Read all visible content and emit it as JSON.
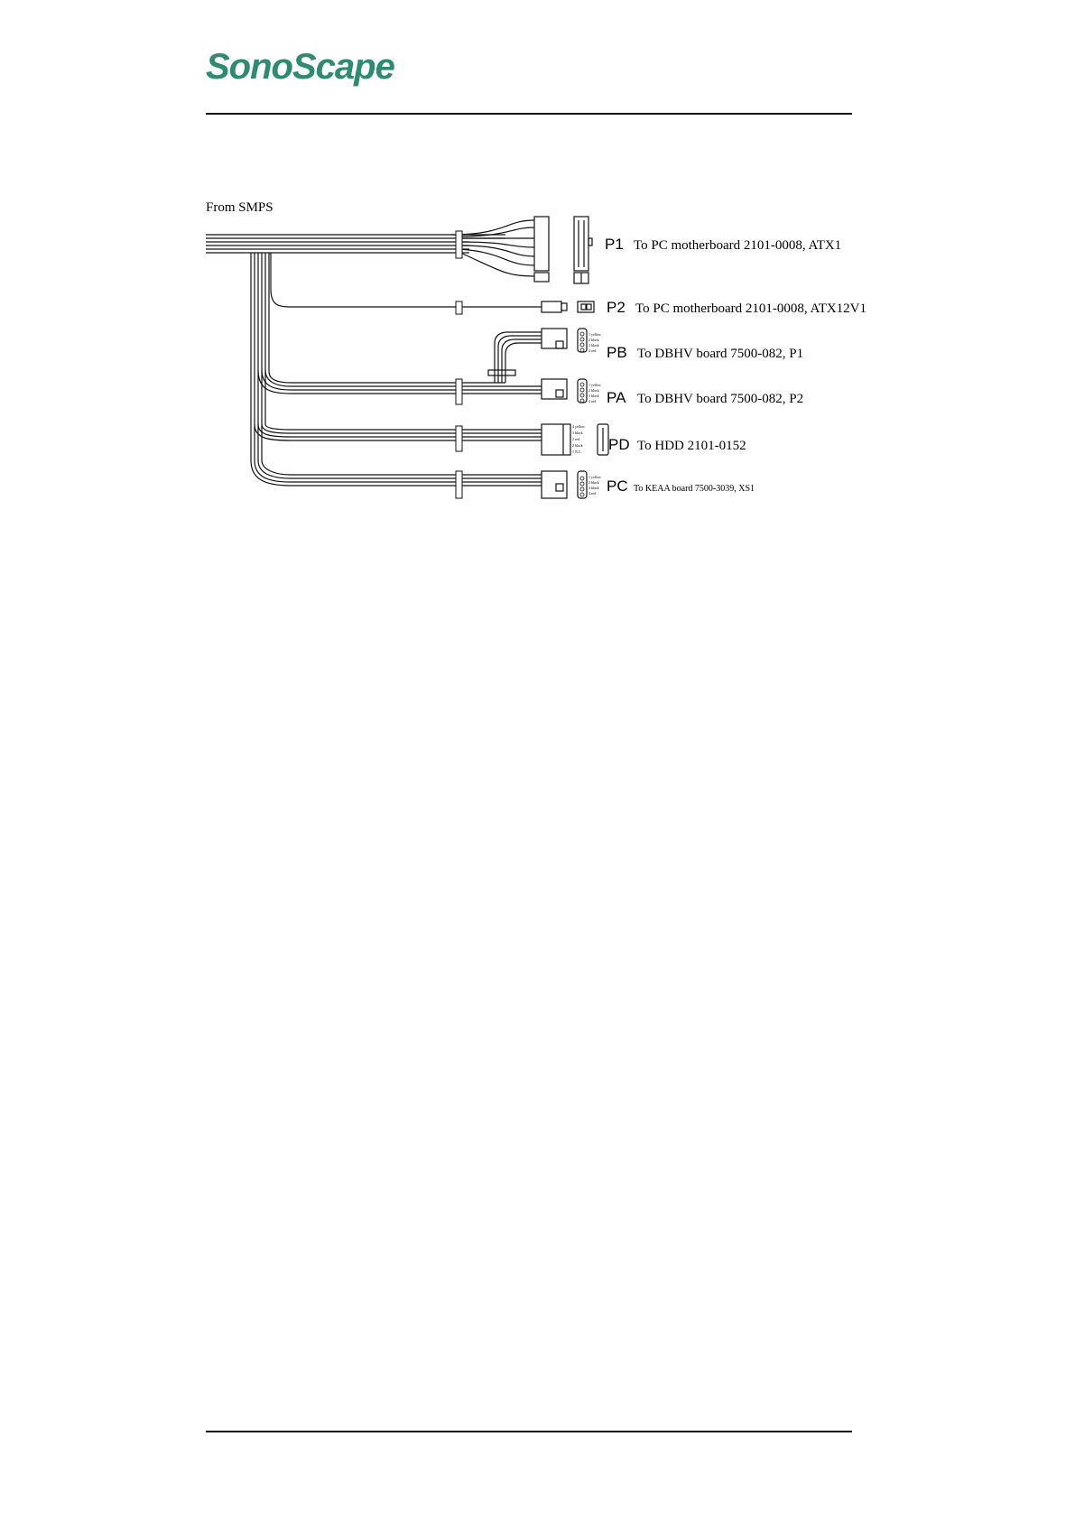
{
  "header": {
    "logo_text": "SonoScape",
    "logo_color": "#2e8b73"
  },
  "diagram": {
    "source_label": "From SMPS",
    "connectors": [
      {
        "id": "P1",
        "label": "P1",
        "description": "To PC motherboard 2101-0008, ATX1"
      },
      {
        "id": "P2",
        "label": "P2",
        "description": "To PC motherboard 2101-0008, ATX12V1"
      },
      {
        "id": "PB",
        "label": "PB",
        "description": "To DBHV board 7500-082, P1",
        "pins": [
          "1 yellow",
          "2 black",
          "3 black",
          "4 red"
        ]
      },
      {
        "id": "PA",
        "label": "PA",
        "description": "To DBHV board 7500-082, P2",
        "pins": [
          "1 yellow",
          "2 black",
          "3 black",
          "4 red"
        ]
      },
      {
        "id": "PD",
        "label": "PD",
        "description": "To HDD 2101-0152",
        "pins": [
          "4 yellow",
          "3 black",
          "2 red",
          "2 black",
          "1 N.C."
        ]
      },
      {
        "id": "PC",
        "label": "PC",
        "description": "To KEAA board 7500-3039, XS1",
        "pins": [
          "1 yellow",
          "2 black",
          "3 black",
          "4 red"
        ]
      }
    ]
  }
}
